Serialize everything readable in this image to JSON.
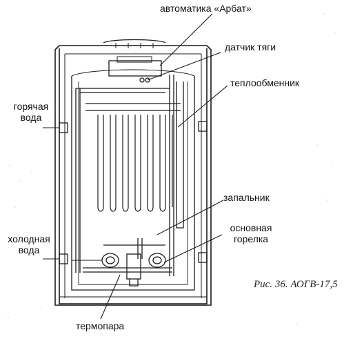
{
  "labels": {
    "automatics": "автоматика «Арбат»",
    "draft_sensor": "датчик тяги",
    "heat_exchanger": "теплообменник",
    "hot_water_line1": "горячая",
    "hot_water_line2": "вода",
    "igniter": "запальник",
    "main_burner_line1": "основная",
    "main_burner_line2": "горелка",
    "cold_water_line1": "холодная",
    "cold_water_line2": "вода",
    "thermocouple": "термопара"
  },
  "caption": "Рис. 36. АОГВ-17,5"
}
